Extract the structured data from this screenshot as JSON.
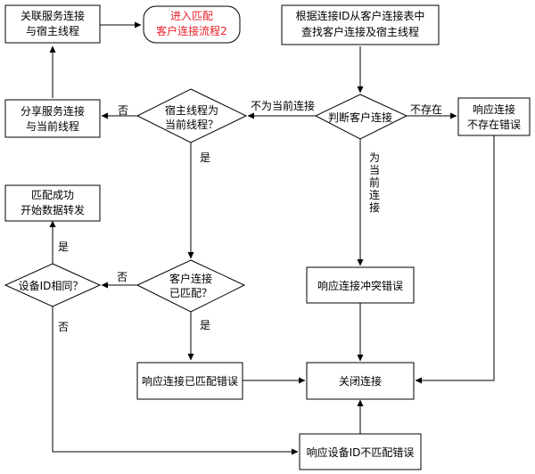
{
  "nodes": {
    "associate_service": [
      "关联服务连接",
      "与宿主线程"
    ],
    "goto_flow2": [
      "进入匹配",
      "客户连接流程2"
    ],
    "lookup_table": [
      "根据连接ID从客户连接表中",
      "查找客户连接及宿主线程"
    ],
    "share_service": [
      "分享服务连接",
      "与当前线程"
    ],
    "host_is_current": [
      "宿主线程为",
      "当前线程？"
    ],
    "judge_client": [
      "判断客户连接"
    ],
    "resp_not_exist": [
      "响应连接",
      "不存在错误"
    ],
    "match_success": [
      "匹配成功",
      "开始数据转发"
    ],
    "device_id_same": [
      "设备ID相同？"
    ],
    "client_matched": [
      "客户连接",
      "已匹配？"
    ],
    "resp_conflict": [
      "响应连接冲突错误"
    ],
    "resp_already_matched": [
      "响应连接已匹配错误"
    ],
    "close_conn": [
      "关闭连接"
    ],
    "resp_device_mismatch": [
      "响应设备ID不匹配错误"
    ]
  },
  "edge_labels": {
    "no_1": "否",
    "not_current": "不为当前连接",
    "not_exist": "不存在",
    "yes_1": "是",
    "is_current": [
      "为",
      "当",
      "前",
      "连",
      "接"
    ],
    "no_2": "否",
    "yes_2": "是",
    "no_3": "否",
    "yes_3": "是"
  },
  "colors": {
    "highlight_text": "#e8202a",
    "line": "#000000"
  }
}
